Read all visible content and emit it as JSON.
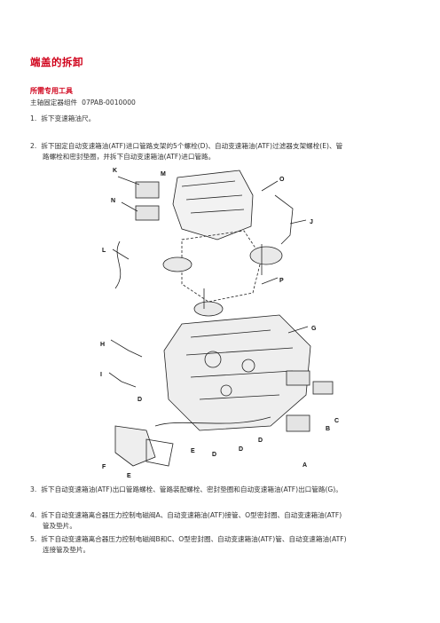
{
  "title": "端盖的拆卸",
  "tools": {
    "heading": "所需专用工具",
    "item_name": "主轴固定器组件",
    "item_code": "07PAB-0010000"
  },
  "steps": [
    {
      "num": "1.",
      "line1": "拆下变速箱油尺。",
      "line2": ""
    },
    {
      "num": "2.",
      "line1": "拆下固定自动变速箱油(ATF)进口管路支架的5个螺栓(D)、自动变速箱油(ATF)过滤器支架螺栓(E)、管",
      "line2": "路螺栓和密封垫圈，并拆下自动变速箱油(ATF)进口管路。"
    },
    {
      "num": "3.",
      "line1": "拆下自动变速箱油(ATF)出口管路螺栓、管路装配螺栓、密封垫圈和自动变速箱油(ATF)出口管路(G)。",
      "line2": ""
    },
    {
      "num": "4.",
      "line1": "拆下自动变速箱离合器压力控制电磁阀A、自动变速箱油(ATF)接管、O型密封圈、自动变速箱油(ATF)",
      "line2": "管及垫片。"
    },
    {
      "num": "5.",
      "line1": "拆下自动变速箱离合器压力控制电磁阀B和C、O型密封圈、自动变速箱油(ATF)管、自动变速箱油(ATF)",
      "line2": "连接管及垫片。"
    }
  ],
  "figure": {
    "callouts": {
      "K": "K",
      "M": "M",
      "O": "O",
      "N": "N",
      "J": "J",
      "L": "L",
      "P": "P",
      "G": "G",
      "H": "H",
      "I": "I",
      "D": "D",
      "C": "C",
      "B": "B",
      "E": "E",
      "F": "F",
      "A": "A"
    }
  }
}
